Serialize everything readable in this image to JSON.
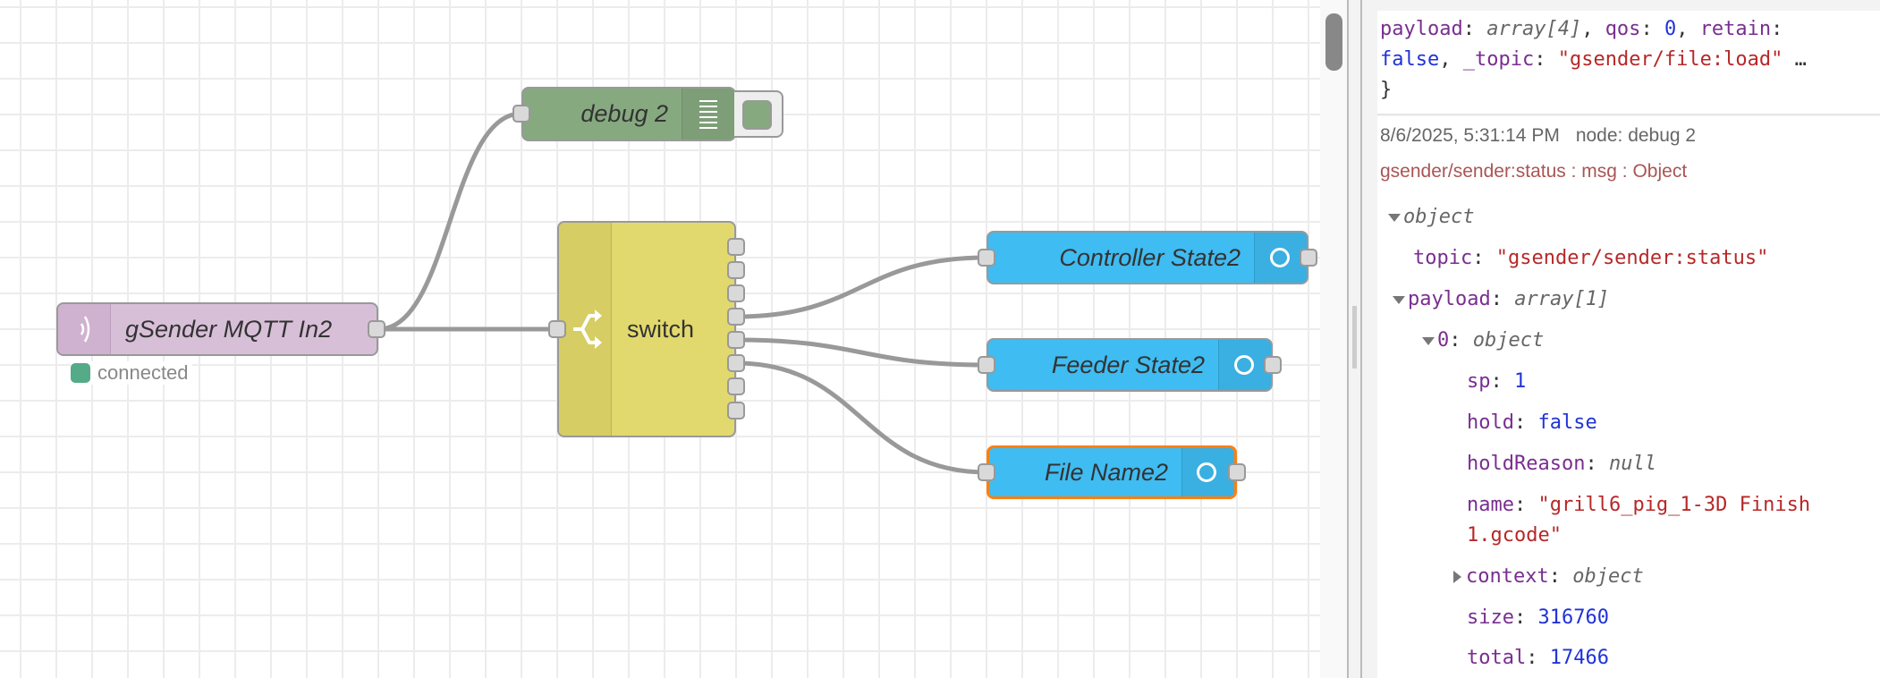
{
  "canvas": {
    "nodes": {
      "mqtt": {
        "label": "gSender MQTT In2",
        "status": "connected",
        "status_color": "#55aa88",
        "icon": "mqtt-wave-icon"
      },
      "debug": {
        "label": "debug 2",
        "icon": "debug-list-icon"
      },
      "switch": {
        "label": "switch",
        "icon": "switch-branch-icon",
        "outputs": 8
      },
      "controller": {
        "label": "Controller State2",
        "icon": "circle-icon"
      },
      "feeder": {
        "label": "Feeder State2",
        "icon": "circle-icon"
      },
      "filename": {
        "label": "File Name2",
        "icon": "circle-icon",
        "selected": true
      }
    },
    "wires": [
      {
        "from": "mqtt",
        "to": "debug"
      },
      {
        "from": "mqtt",
        "to": "switch"
      },
      {
        "from": "switch:4",
        "to": "controller"
      },
      {
        "from": "switch:5",
        "to": "feeder"
      },
      {
        "from": "switch:6",
        "to": "filename"
      }
    ]
  },
  "debug_panel": {
    "prev_message": {
      "line1_key": "payload",
      "line1_type": "array[4]",
      "qos_key": "qos",
      "qos_val": "0",
      "retain_key": "retain",
      "retain_val": "false",
      "topic_key": "_topic",
      "topic_val": "\"gsender/file:load\"",
      "ellipsis": "…",
      "close_brace": "}"
    },
    "message": {
      "timestamp": "8/6/2025, 5:31:14 PM",
      "node": "node: debug 2",
      "header": "gsender/sender:status : msg : Object",
      "tree": {
        "root_type": "object",
        "topic_key": "topic",
        "topic_val": "\"gsender/sender:status\"",
        "payload_key": "payload",
        "payload_type": "array[1]",
        "item_key": "0",
        "item_type": "object",
        "sp_key": "sp",
        "sp_val": "1",
        "hold_key": "hold",
        "hold_val": "false",
        "holdReason_key": "holdReason",
        "holdReason_val": "null",
        "name_key": "name",
        "name_val_1": "\"grill6_pig_1-3D Finish",
        "name_val_2": "1.gcode\"",
        "context_key": "context",
        "context_type": "object",
        "size_key": "size",
        "size_val": "316760",
        "total_key": "total",
        "total_val": "17466"
      }
    }
  }
}
